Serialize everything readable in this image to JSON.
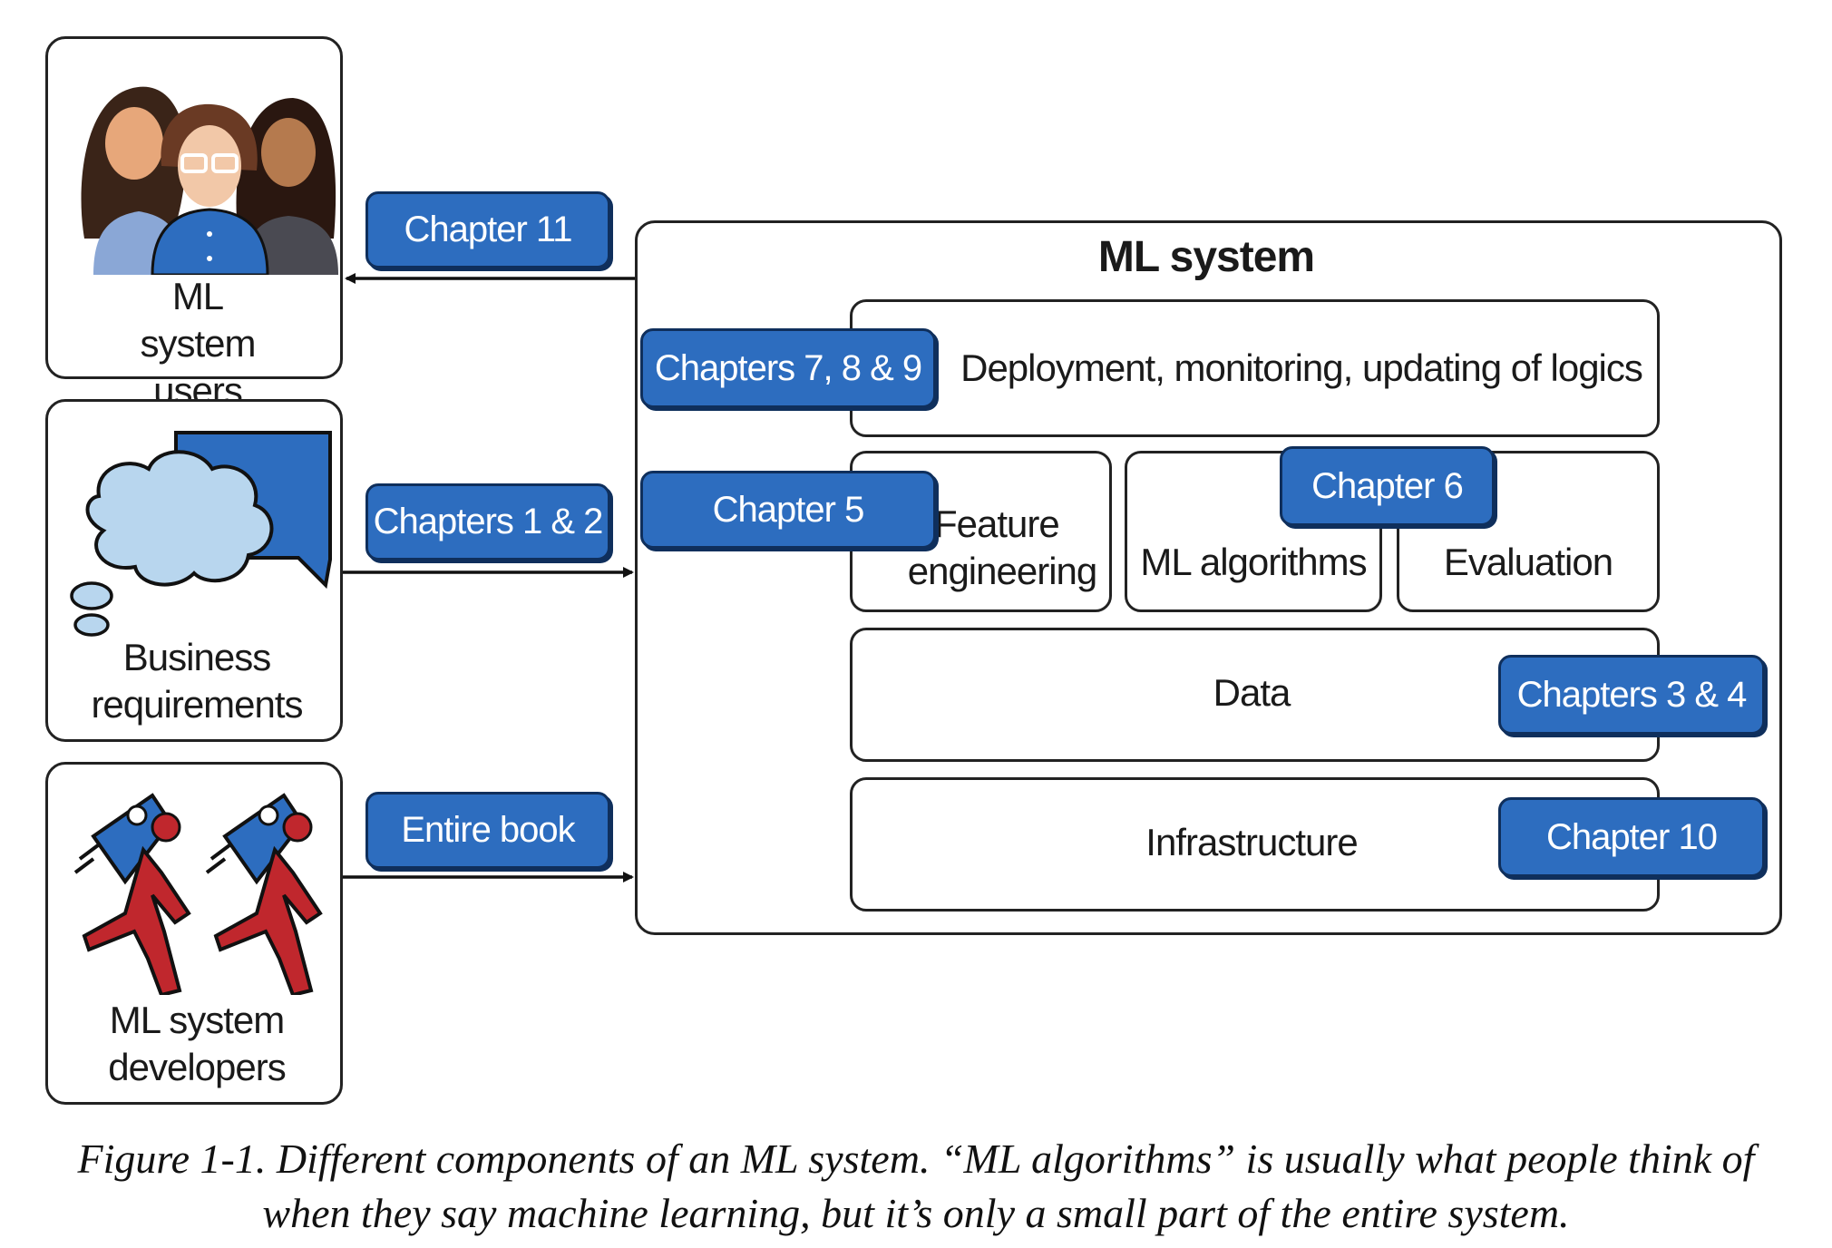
{
  "actors": {
    "users": "ML system users",
    "business": "Business requirements",
    "developers": "ML system developers"
  },
  "connectors": {
    "users": "Chapter 11",
    "business": "Chapters 1 & 2",
    "developers": "Entire book"
  },
  "system": {
    "title": "ML system",
    "deployment": {
      "label": "Deployment, monitoring, updating of logics",
      "tag": "Chapters 7, 8 & 9"
    },
    "feature": {
      "label_line1": "Feature",
      "label_line2": "engineering",
      "tag": "Chapter 5"
    },
    "algorithms": {
      "label": "ML algorithms"
    },
    "evaluation": {
      "label": "Evaluation"
    },
    "model_tag": "Chapter 6",
    "data": {
      "label": "Data",
      "tag": "Chapters 3 & 4"
    },
    "infrastructure": {
      "label": "Infrastructure",
      "tag": "Chapter 10"
    }
  },
  "caption": {
    "line1": "Figure 1-1. Different components of an ML system. “ML algorithms” is usually what people think of",
    "line2": "when they say machine learning, but it’s only a small part of the entire system."
  },
  "colors": {
    "accent": "#2d6dbf",
    "accent_border": "#0f2f5c"
  }
}
